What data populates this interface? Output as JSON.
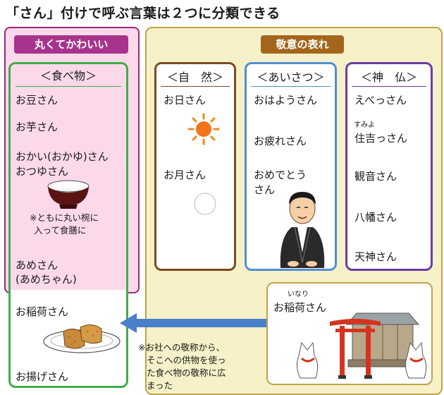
{
  "title": "「さん」付けで呼ぶ言葉は２つに分類できる",
  "categories": {
    "cute": {
      "label": "丸くてかわいい"
    },
    "respect": {
      "label": "敬意の表れ"
    }
  },
  "food": {
    "header": "＜食べ物＞",
    "items": [
      "お豆さん",
      "お芋さん",
      "おかい(おかゆ)さん",
      "おつゆさん",
      "あめさん",
      "(あめちゃん)"
    ],
    "note_lines": [
      "※ともに丸い椀に",
      "入って食膳に"
    ]
  },
  "lower_food": {
    "items": [
      "お稲荷さん",
      "お揚げさん"
    ]
  },
  "nature": {
    "header": "＜自　然＞",
    "items": [
      "お日さん",
      "お月さん"
    ]
  },
  "greetings": {
    "header": "＜あいさつ＞",
    "items": [
      "おはようさん",
      "お疲れさん",
      "おめでとう",
      "さん"
    ]
  },
  "gods": {
    "header": "＜神　仏＞",
    "items": [
      "えべっさん",
      "住吉っさん",
      "観音さん",
      "八幡さん",
      "天神さん"
    ],
    "ruby_sumiyo": "すみよ"
  },
  "shrine": {
    "label": "お稲荷さん",
    "ruby": "いなり"
  },
  "arrow_note": [
    "※お社への敬称から、",
    "そこへの供物を使っ",
    "た食べ物の敬称に広",
    "まった"
  ],
  "colors": {
    "pink_panel": "#fbd9ea",
    "magenta": "#a8338c",
    "yellow_panel": "#f6f1c8",
    "brown_tag": "#a3661c",
    "green": "#3fae49",
    "brown": "#7b4b22",
    "blue": "#4f8fd6",
    "purple": "#6a3ca2",
    "arrow": "#4a7fc9"
  }
}
